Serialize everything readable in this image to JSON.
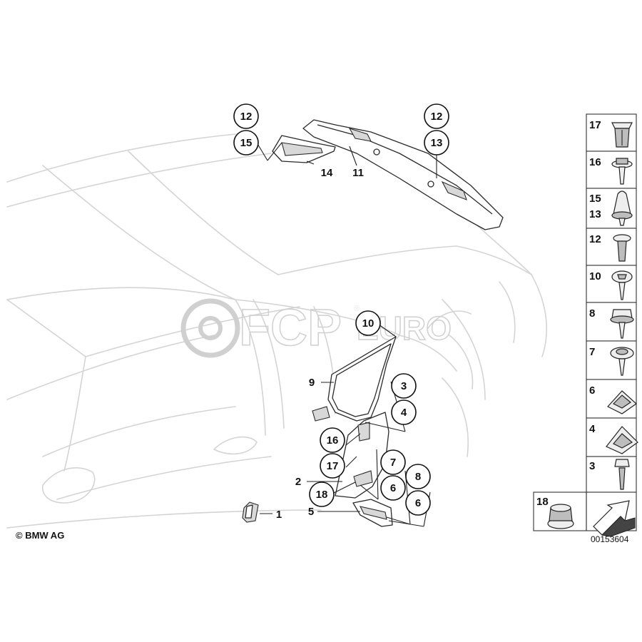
{
  "watermark": {
    "brand": "FCP",
    "suffix": "EURO",
    "registered": "®"
  },
  "copyright": "© BMW AG",
  "diagram_id": "00153604",
  "callouts": {
    "c12a": "12",
    "c15a": "15",
    "c14": "14",
    "c11": "11",
    "c12b": "12",
    "c13": "13",
    "c10": "10",
    "c9": "9",
    "c3": "3",
    "c4": "4",
    "c16": "16",
    "c17": "17",
    "c2": "2",
    "c18": "18",
    "c7": "7",
    "c6a": "6",
    "c8": "8",
    "c6b": "6",
    "c5": "5",
    "c1": "1"
  },
  "panel": {
    "r17": "17",
    "r16": "16",
    "r15": "15",
    "r13": "13",
    "r12": "12",
    "r10": "10",
    "r8": "8",
    "r7": "7",
    "r6": "6",
    "r4": "4",
    "r3": "3",
    "r18": "18"
  }
}
